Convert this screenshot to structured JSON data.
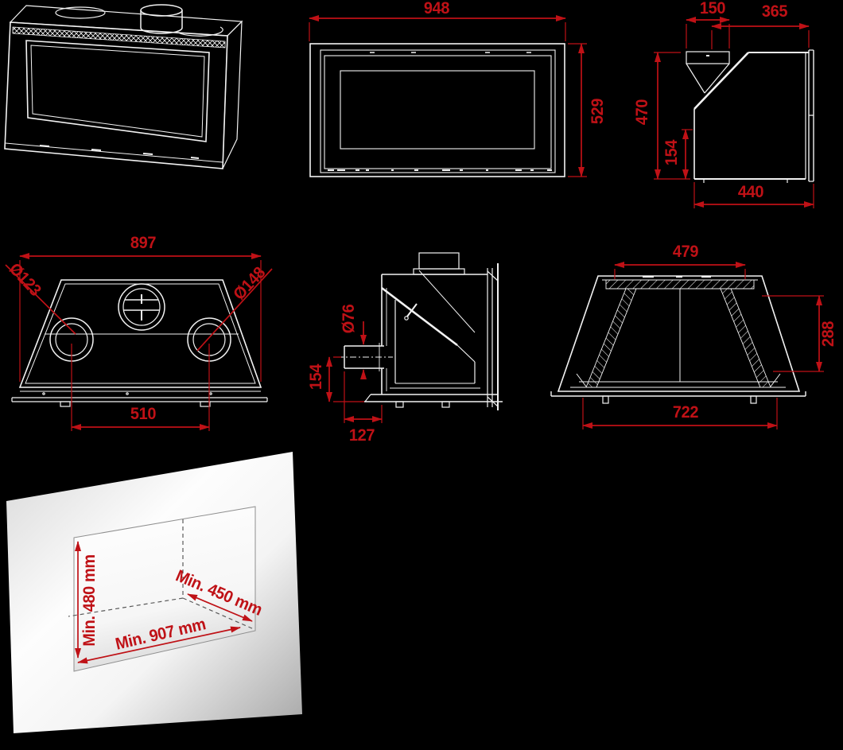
{
  "colors": {
    "background": "#000000",
    "line_art": "#f2f2f2",
    "dimension_red": "#bf1116",
    "wall_light": "#ffffff",
    "wall_shade": "#a6a6a6"
  },
  "views": {
    "front": {
      "width": "948",
      "height": "529"
    },
    "side": {
      "flue_width": "150",
      "flue_center_to_front": "365",
      "height": "470",
      "outlet_center_height": "154",
      "depth": "440"
    },
    "top": {
      "width": "897",
      "left_outlet_diameter": "Ø123",
      "right_outlet_diameter": "Ø148",
      "outlet_spacing": "510"
    },
    "section": {
      "side_outlet_diameter": "Ø76",
      "outlet_center_height": "154",
      "outlet_projection": "127"
    },
    "rear": {
      "top_width": "479",
      "frame_height": "288",
      "bottom_width": "722"
    },
    "niche": {
      "min_height": "Min. 480 mm",
      "min_depth": "Min. 450 mm",
      "min_width": "Min. 907 mm"
    }
  }
}
